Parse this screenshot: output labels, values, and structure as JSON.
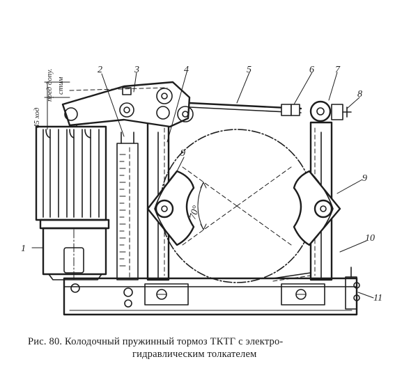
{
  "figure": {
    "caption_line1": "Рис. 80. Колодочный пружинный тормоз ТКТГ с электро-",
    "caption_line2": "гидравлическим толкателем"
  },
  "labels": {
    "l1": "1",
    "l2": "2",
    "l3": "3",
    "l4": "4",
    "l5": "5",
    "l6": "6",
    "l7": "7",
    "l8": "8",
    "l9a": "9",
    "l9b": "9",
    "l10": "10",
    "l11": "11",
    "stroke": "45 ход",
    "allow1": "пред допу.",
    "allow2": "стим",
    "angle": "70°"
  }
}
